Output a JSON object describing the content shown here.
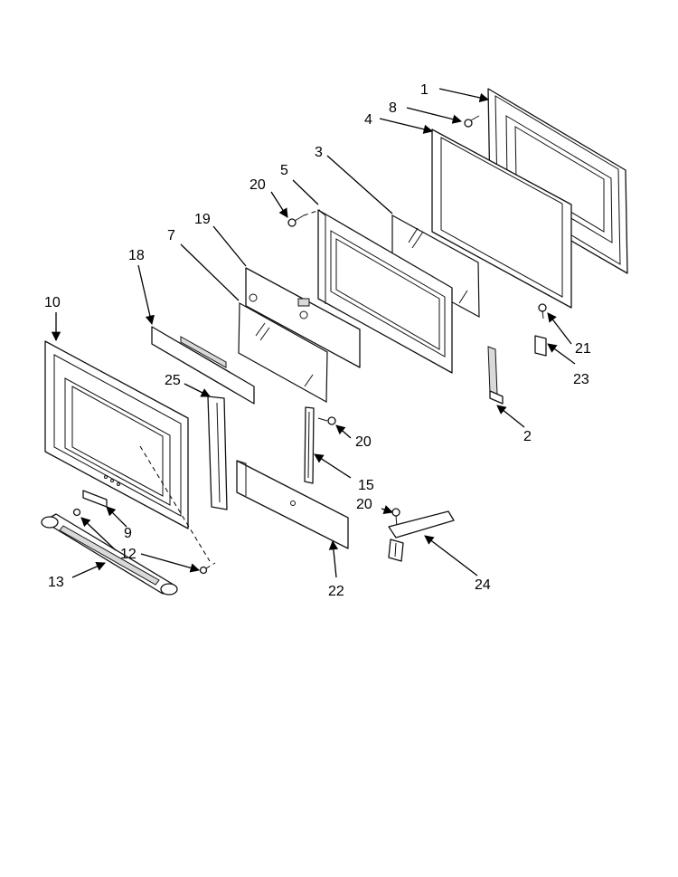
{
  "callouts": {
    "c1": "1",
    "c2": "2",
    "c3": "3",
    "c4": "4",
    "c5": "5",
    "c7": "7",
    "c8": "8",
    "c9": "9",
    "c10": "10",
    "c12": "12",
    "c13": "13",
    "c15": "15",
    "c18": "18",
    "c19": "19",
    "c20a": "20",
    "c20b": "20",
    "c20c": "20",
    "c21": "21",
    "c22": "22",
    "c23": "23",
    "c24": "24",
    "c25": "25"
  },
  "colors": {
    "line": "#111111",
    "shade": "#d9d9d9",
    "background": "#ffffff"
  }
}
